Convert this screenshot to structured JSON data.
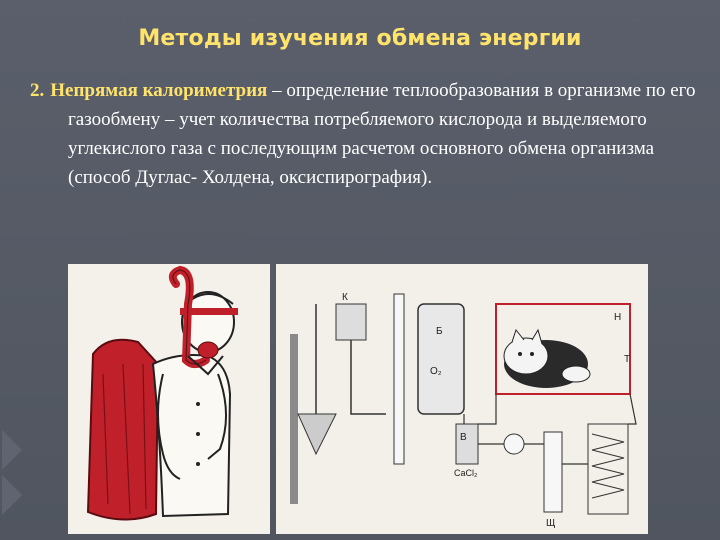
{
  "slide": {
    "title": "Методы изучения обмена энергии",
    "item_number": "2.",
    "term": "Непрямая калориметрия",
    "description": " – определение теплообразования в организме по его газообмену – учет количества потребляемого кислорода и выделяемого углекислого газа с последующим расчетом основного обмена организма (способ Дуглас- Холдена, оксиспирография)."
  },
  "figures": {
    "person_figure": "person-with-gas-bag",
    "apparatus_figure": "cat-chamber-apparatus",
    "apparatus_labels": {
      "k": "К",
      "b": "Б",
      "o2": "O₂",
      "h": "Н",
      "t": "Т",
      "v": "В",
      "cacl2": "CaCl₂",
      "shch": "Щ"
    }
  },
  "colors": {
    "background": "#555a66",
    "title": "#ffe36a",
    "text": "#ffffff",
    "accent_red": "#c0202a"
  }
}
